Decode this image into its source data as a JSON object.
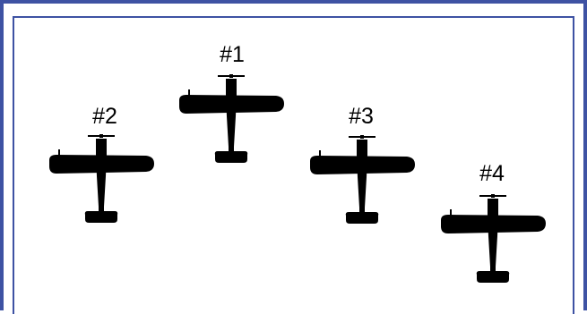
{
  "colors": {
    "border": "#3e52a3",
    "plane": "#000000",
    "background": "#ffffff"
  },
  "planes": [
    {
      "label": "#1",
      "icon": "airplane-icon"
    },
    {
      "label": "#2",
      "icon": "airplane-icon"
    },
    {
      "label": "#3",
      "icon": "airplane-icon"
    },
    {
      "label": "#4",
      "icon": "airplane-icon"
    }
  ]
}
